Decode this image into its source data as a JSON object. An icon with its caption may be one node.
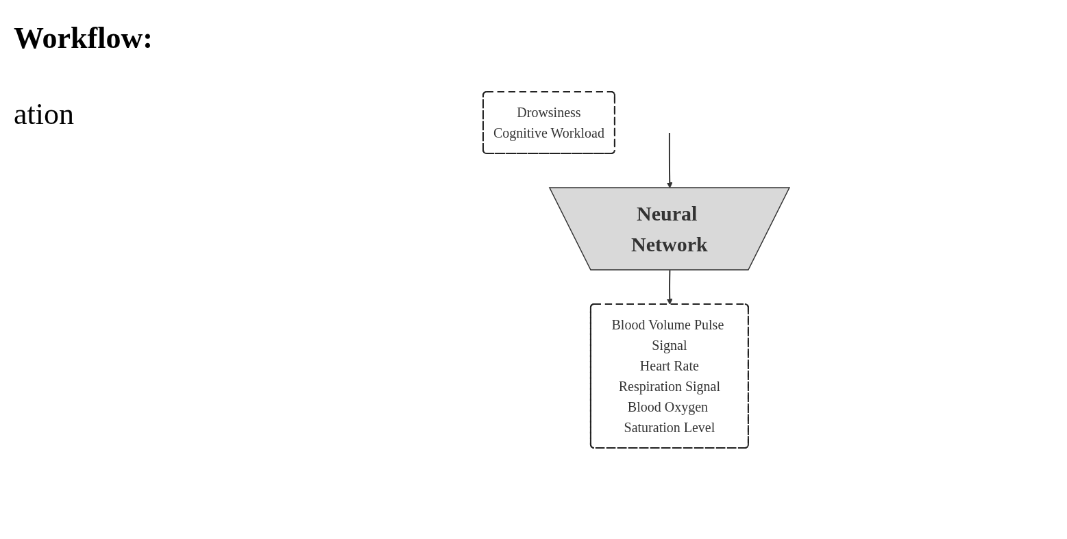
{
  "diagram": {
    "nodes": [
      {
        "text": [
          "Neural Network"
        ]
      },
      {
        "text": [
          "Blood Volume Pulse Signal",
          "Heart Rate",
          "Respiration Signal",
          "Blood Oxygen Saturation Level"
        ]
      },
      {
        "text": [
          "Drowsiness",
          "Cognitive Workload"
        ]
      }
    ],
    "edges": [
      {
        "from": null,
        "to": 0,
        "arrow": "to"
      },
      {
        "from": 0,
        "to": 1,
        "arrow": "to"
      }
    ],
    "labels": [
      "Workflow:",
      "ation"
    ]
  }
}
